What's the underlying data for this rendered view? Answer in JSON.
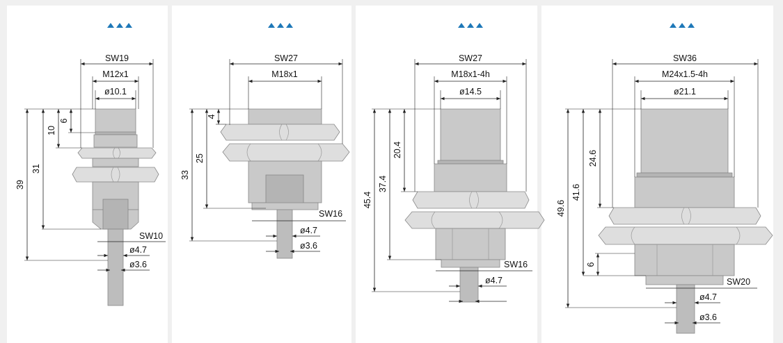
{
  "colors": {
    "accent": "#1e78b8",
    "background": "#f0f0f0",
    "panel": "#ffffff"
  },
  "panels": [
    {
      "icon": "expand-arrows-icon",
      "labels": {
        "sw_nut": "SW19",
        "thread": "M12x1",
        "dia_face": "ø10.1",
        "d_thread_top": "6",
        "d_nut": "10",
        "d_body": "31",
        "d_total": "39",
        "sw_back": "SW10",
        "dia_cable1": "ø4.7",
        "dia_cable2": "ø3.6"
      }
    },
    {
      "icon": "expand-arrows-icon",
      "labels": {
        "sw_nut": "SW27",
        "thread": "M18x1",
        "d_thread_top": "4",
        "d_body": "25",
        "d_total": "33",
        "sw_back": "SW16",
        "dia_cable1": "ø4.7",
        "dia_cable2": "ø3.6"
      }
    },
    {
      "icon": "expand-arrows-icon",
      "labels": {
        "sw_nut": "SW27",
        "thread": "M18x1-4h",
        "dia_face": "ø14.5",
        "d_face": "20.4",
        "d_body": "37.4",
        "d_total": "45.4",
        "sw_back": "SW16",
        "dia_cable1": "ø4.7"
      }
    },
    {
      "icon": "expand-arrows-icon",
      "labels": {
        "sw_nut": "SW36",
        "thread": "M24x1.5-4h",
        "dia_face": "ø21.1",
        "d_face": "24.6",
        "d_body": "41.6",
        "d_total": "49.6",
        "d_back": "6",
        "sw_back": "SW20",
        "dia_cable1": "ø4.7",
        "dia_cable2": "ø3.6"
      }
    }
  ]
}
